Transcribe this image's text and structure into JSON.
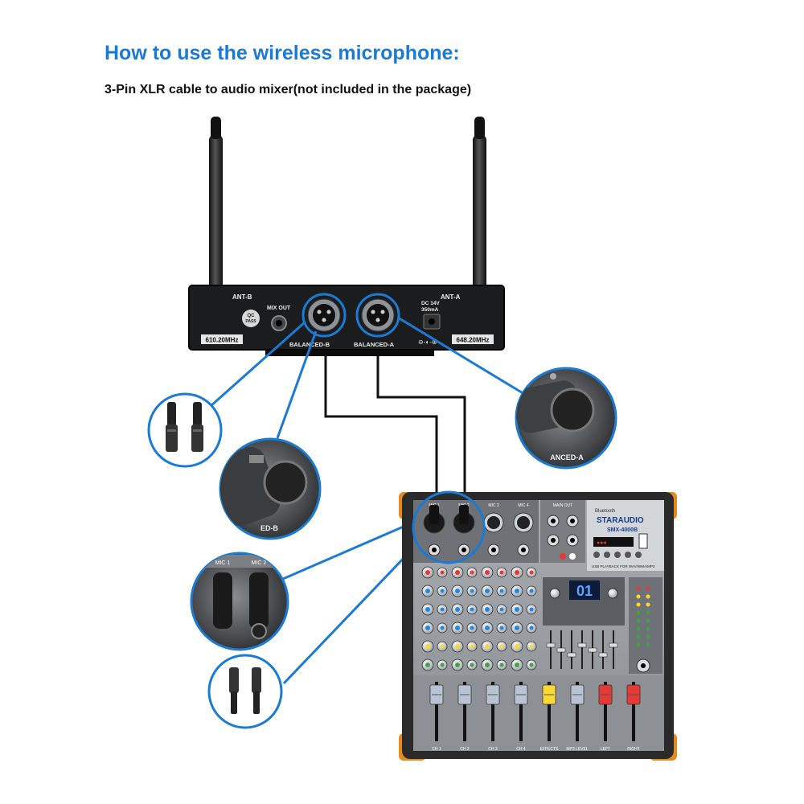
{
  "header": {
    "title": "How to use the wireless microphone:",
    "subtitle": "3-Pin XLR cable to audio mixer(not included in the package)"
  },
  "receiver": {
    "ant_b": "ANT-B",
    "ant_a": "ANT-A",
    "qc_line1": "QC",
    "qc_line2": "PASS",
    "mix_out": "MIX OUT",
    "dc_line1": "DC 14V",
    "dc_line2": "350mA",
    "freq_b": "610.20MHz",
    "freq_a": "648.20MHz",
    "balanced_b": "BALANCED-B",
    "balanced_a": "BALANCED-A"
  },
  "zoom_labels": {
    "balanced_b": "ED-B",
    "balanced_a": "ANCED-A",
    "mic1": "MIC 1",
    "mic2": "MIC 2"
  },
  "mixer": {
    "brand": "STARAUDIO",
    "model": "SMX-4000B",
    "bluetooth": "Bluetooth",
    "usb_label": "USB PLAYBACK FOR WAV/WMA/MP3",
    "display": "01",
    "mic_labels": [
      "MIC 1",
      "MIC 2",
      "MIC 3",
      "MIC 4"
    ],
    "main_out": "MAIN OUT",
    "channel_labels": [
      "CH 1",
      "CH 2",
      "CH 3",
      "CH 4",
      "EFFECTS",
      "MP3 LEVEL",
      "LEFT",
      "RIGHT"
    ]
  },
  "colors": {
    "accent_blue": "#1a7ad4",
    "cable": "#111111",
    "mixer_panel": "#9a9ea4",
    "mixer_frame": "#2a2a2a",
    "mixer_corner": "#e58a1f"
  }
}
